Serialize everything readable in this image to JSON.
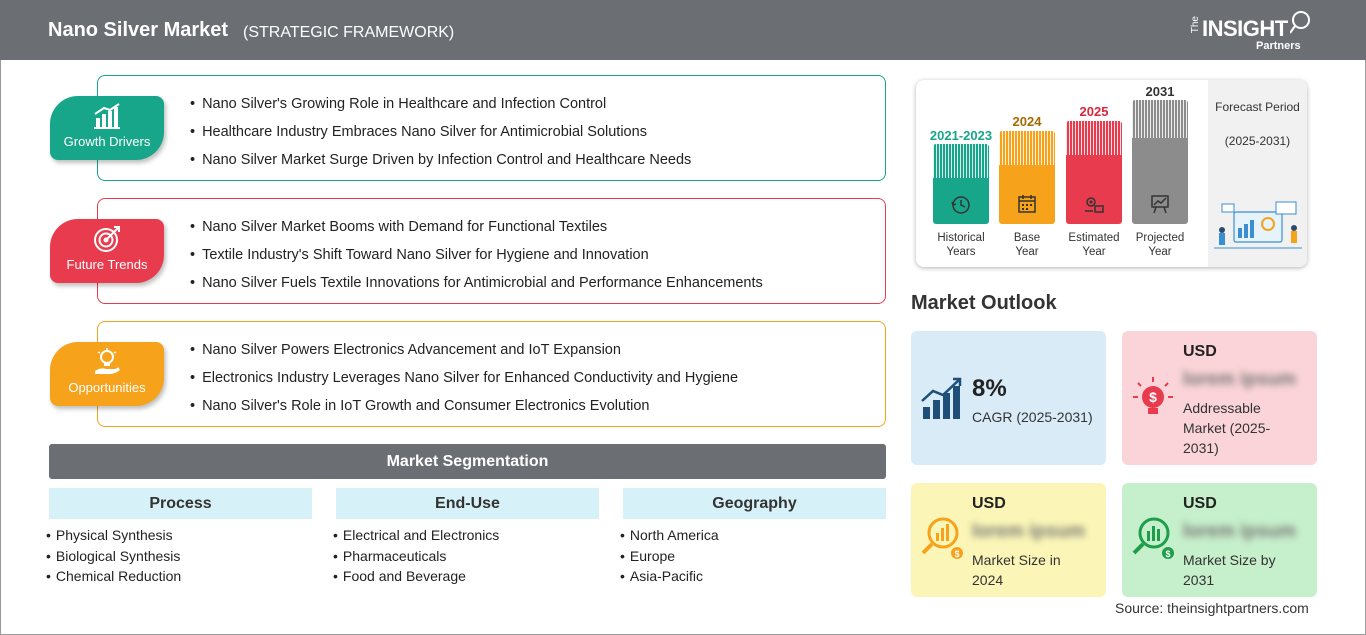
{
  "header": {
    "title": "Nano Silver Market",
    "subtitle": "(STRATEGIC FRAMEWORK)",
    "logo": {
      "the": "The",
      "insight": "INSIGHT",
      "partners": "Partners"
    }
  },
  "framework": [
    {
      "label": "Growth Drivers",
      "color": "#18a68a",
      "icon": "bar-chart-growth-icon",
      "points": [
        "Nano Silver's Growing Role in Healthcare and Infection Control",
        "Healthcare Industry Embraces Nano Silver for Antimicrobial Solutions",
        "Nano Silver Market Surge Driven by Infection Control and Healthcare Needs"
      ]
    },
    {
      "label": "Future Trends",
      "color": "#e83c4e",
      "icon": "target-icon",
      "points": [
        "Nano Silver Market Booms with Demand for Functional Textiles",
        "Textile Industry's Shift Toward Nano Silver for Hygiene and Innovation",
        "Nano Silver Fuels Textile Innovations for Antimicrobial and Performance Enhancements"
      ]
    },
    {
      "label": "Opportunities",
      "color": "#f7a21b",
      "icon": "lightbulb-hand-icon",
      "points": [
        "Nano Silver Powers Electronics Advancement and IoT Expansion",
        "Electronics Industry Leverages Nano Silver for Enhanced Conductivity and Hygiene",
        "Nano Silver's Role in IoT Growth and Consumer Electronics Evolution"
      ]
    }
  ],
  "segmentation": {
    "title": "Market Segmentation",
    "columns": [
      {
        "heading": "Process",
        "items": [
          "Physical Synthesis",
          "Biological Synthesis",
          "Chemical Reduction"
        ]
      },
      {
        "heading": "End-Use",
        "items": [
          "Electrical and Electronics",
          "Pharmaceuticals",
          "Food and Beverage"
        ]
      },
      {
        "heading": "Geography",
        "items": [
          "North America",
          "Europe",
          "Asia-Pacific"
        ]
      }
    ]
  },
  "timeline": {
    "bars": [
      {
        "year": "2021-2023",
        "label_line1": "Historical",
        "label_line2": "Years",
        "color": "#18a68a",
        "icon": "history-clock-icon"
      },
      {
        "year": "2024",
        "label_line1": "Base",
        "label_line2": "Year",
        "color": "#f7a21b",
        "year_color": "#a86a00",
        "icon": "calendar-icon"
      },
      {
        "year": "2025",
        "label_line1": "Estimated",
        "label_line2": "Year",
        "color": "#e83c4e",
        "icon": "estimate-gears-icon"
      },
      {
        "year": "2031",
        "label_line1": "Projected",
        "label_line2": "Year",
        "color": "#8c8c8c",
        "year_color": "#333333",
        "icon": "projection-board-icon"
      }
    ],
    "forecast_title": "Forecast Period",
    "forecast_period": "(2025-2031)"
  },
  "outlook": {
    "title": "Market Outlook",
    "cagr": {
      "value": "8%",
      "label": "CAGR (2025-2031)",
      "color": "#d8ebf7",
      "icon": "rising-bars-arrow-icon"
    },
    "addressable": {
      "currency": "USD",
      "value": "lorem ipsum",
      "label": "Addressable Market (2025-2031)",
      "color": "#fad4d8",
      "icon": "lightbulb-dollar-icon"
    },
    "size_2024": {
      "currency": "USD",
      "value": "lorem ipsum",
      "label": "Market Size in 2024",
      "color": "#fbf6b7",
      "icon": "magnifier-chart-icon"
    },
    "size_2031": {
      "currency": "USD",
      "value": "lorem ipsum",
      "label": "Market Size by 2031",
      "color": "#c6efcb",
      "icon": "magnifier-bars-icon"
    }
  },
  "source": "Source: theinsightpartners.com"
}
